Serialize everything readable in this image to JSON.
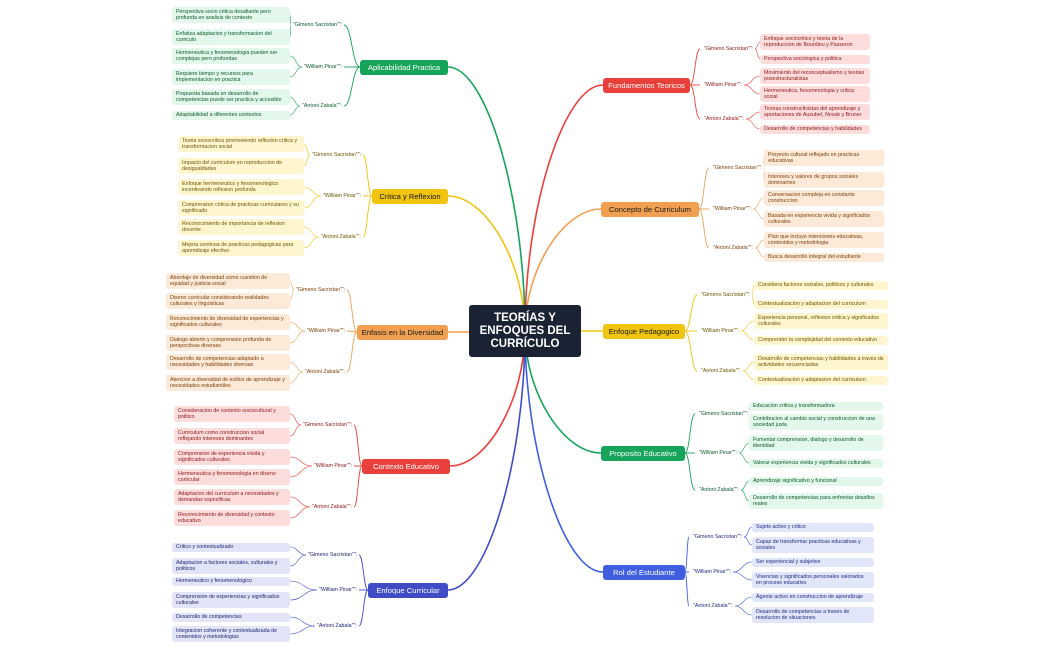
{
  "central_topic": "TEORÍAS Y\nENFOQUES DEL\nCURRÍCULO",
  "branches": [
    {
      "title": "Aplicabilidad Practica",
      "color": "#16a35a",
      "light": "#e3f7ea",
      "dark": "#0c5a2c",
      "authors": [
        {
          "name": "\"Gimeno Sacristan\"\":",
          "items": [
            "Perspectiva socio critica desafiante pero profunda en analisis de contexto",
            "Enfatiza adaptacion y transformacion del curriculo"
          ]
        },
        {
          "name": "\"William Pinar\"\":",
          "items": [
            "Hermeneutica y fenomenologia pueden ser complejas pero profundas",
            "Requiere tiempo y recursos para implementacion en practica"
          ]
        },
        {
          "name": "\"Antoni Zabala\"\":",
          "items": [
            "Propuesta basada en desarrollo de competencias puede ser practica y accesible",
            "Adaptabilidad a diferentes contextos"
          ]
        }
      ]
    },
    {
      "title": "Critica y Reflexion",
      "color": "#f1c40f",
      "light": "#fff5cf",
      "dark": "#6b5600",
      "authors": [
        {
          "name": "\"Gimeno Sacristan\"\":",
          "items": [
            "Teoria sociocritica promoviendo reflexion critica y transformacion social",
            "Impacto del curriculum en reproduccion de desigualdades"
          ]
        },
        {
          "name": "\"William Pinar\"\":",
          "items": [
            "Enfoque hermeneutico y fenomenologico incentivando reflexion profunda",
            "Comprension critica de practicas curriculares y su significado"
          ]
        },
        {
          "name": "\"Antoni Zabala\"\":",
          "items": [
            "Reconocimiento de importancia de reflexion docente",
            "Mejora continua de practicas pedagogicas para aprendizaje efectivo"
          ]
        }
      ]
    },
    {
      "title": "Enfasis en la Diversidad",
      "color": "#f0a050",
      "light": "#fde9d7",
      "dark": "#7a3f08",
      "authors": [
        {
          "name": "\"Gimeno Sacristan\"\":",
          "items": [
            "Abordaje de diversidad como cuestion de equidad y justicia social",
            "Diseno curricular considerando realidades culturales y linguisticas"
          ]
        },
        {
          "name": "\"William Pinar\"\":",
          "items": [
            "Reconocimiento de diversidad de experiencias y significados culturales",
            "Dialogo abierto y comprension profunda de perspectivas diversas"
          ]
        },
        {
          "name": "\"Antoni Zabala\"\":",
          "items": [
            "Desarrollo de competencias adaptado a necesidades y habilidades diversas",
            "Atencion a diversidad de estilos de aprendizaje y necesidades estudiantiles"
          ]
        }
      ]
    },
    {
      "title": "Contexto Educativo",
      "color": "#e8413c",
      "light": "#fddcdc",
      "dark": "#8a1714",
      "authors": [
        {
          "name": "\"Gimeno Sacristan\"\":",
          "items": [
            "Consideracion de contexto sociocultural y politico",
            "Curriculum como construccion social reflejando intereses dominantes"
          ]
        },
        {
          "name": "\"William Pinar\"\":",
          "items": [
            "Comprension de experiencia vivida y significados culturales",
            "Hermeneutica y fenomenologia en diseno curricular"
          ]
        },
        {
          "name": "\"Antoni Zabala\"\":",
          "items": [
            "Adaptacion del curriculum a necesidades y demandas especificas",
            "Reconocimiento de diversidad y contexto educativo"
          ]
        }
      ]
    },
    {
      "title": "Enfoque Curricular",
      "color": "#3f4cc5",
      "light": "#e2e4f8",
      "dark": "#1d2570",
      "authors": [
        {
          "name": "\"Gimeno Sacristan\"\":",
          "items": [
            "Critico y contextualizado",
            "Adaptacion a factores sociales, culturales y politicos"
          ]
        },
        {
          "name": "\"William Pinar\"\":",
          "items": [
            "Hermeneutico y fenomenologico",
            "Comprension de experiencias y significados culturales"
          ]
        },
        {
          "name": "\"Antoni Zabala\"\":",
          "items": [
            "Desarrollo de competencias",
            "Integracion coherente y contextualizada de contenidos y metodologias"
          ]
        }
      ]
    },
    {
      "title": "Fundamentos Teoricos",
      "color": "#e8413c",
      "light": "#fddcdc",
      "dark": "#8a1714",
      "authors": [
        {
          "name": "\"Gimeno Sacristan\"\":",
          "items": [
            "Enfoque sociocritico y teoria de la reproduccion de Bourdieu y Passeron",
            "Perspectiva sociologica y politica"
          ]
        },
        {
          "name": "\"William Pinar\"\":",
          "items": [
            "Movimiento del reconceptualismo y teorias posestructuralistas",
            "Hermeneutica, fenomenologia y critica social"
          ]
        },
        {
          "name": "\"Antoni Zabala\"\":",
          "items": [
            "Teorias constructivistas del aprendizaje y aportaciones de Ausubel, Novak y Bruner",
            "Desarrollo de competencias y habilidades"
          ]
        }
      ]
    },
    {
      "title": "Concepto de Curriculum",
      "color": "#f0a050",
      "light": "#fde9d7",
      "dark": "#7a3f08",
      "authors": [
        {
          "name": "\"Gimeno Sacristan\"\":",
          "items": [
            "Proyecto cultural reflejado en practicas educativas",
            "Intereses y valores de grupos sociales dominantes"
          ]
        },
        {
          "name": "\"William Pinar\"\":",
          "items": [
            "Conversacion compleja en constante construccion",
            "Basada en experiencia vivida y significados culturales"
          ]
        },
        {
          "name": "\"Antoni Zabala\"\":",
          "items": [
            "Plan que incluye intenciones educativas, contenidos y metodologia",
            "Busca desarrollo integral del estudiante"
          ]
        }
      ]
    },
    {
      "title": "Enfoque Pedagogico",
      "color": "#f1c40f",
      "light": "#fff5cf",
      "dark": "#6b5600",
      "authors": [
        {
          "name": "\"Gimeno Sacristan\"\":",
          "items": [
            "Considera factores sociales, politicos y culturales",
            "Contextualizacion y adaptacion del curriculum"
          ]
        },
        {
          "name": "\"William Pinar\"\":",
          "items": [
            "Experiencia personal, reflexion critica y significados culturales",
            "Comprender la complejidad del contexto educativo"
          ]
        },
        {
          "name": "\"Antoni Zabala\"\":",
          "items": [
            "Desarrollo de competencias y habilidades a traves de actividades secuenciadas",
            "Contextualizacion y adaptacion del curriculum"
          ]
        }
      ]
    },
    {
      "title": "Proposito Educativo",
      "color": "#16a35a",
      "light": "#e3f7ea",
      "dark": "#0c5a2c",
      "authors": [
        {
          "name": "\"Gimeno Sacristan\"\":",
          "items": [
            "Educacion critica y transformadora",
            "Contribucion al cambio social y construccion de una sociedad justa"
          ]
        },
        {
          "name": "\"William Pinar\"\":",
          "items": [
            "Fomentar comprension, dialogo y desarrollo de identidad",
            "Valorar experiencia vivida y significados culturales"
          ]
        },
        {
          "name": "\"Antoni Zabala\"\":",
          "items": [
            "Aprendizaje significativo y funcional",
            "Desarrollo de competencias para enfrentar desafios reales"
          ]
        }
      ]
    },
    {
      "title": "Rol del Estudiante",
      "color": "#3f5fe0",
      "light": "#e2e6fb",
      "dark": "#1d2a80",
      "authors": [
        {
          "name": "\"Gimeno Sacristan\"\":",
          "items": [
            "Sujeto activo y critico",
            "Capaz de transformar practicas educativas y sociales"
          ]
        },
        {
          "name": "\"William Pinar\"\":",
          "items": [
            "Ser experiencial y subjetivo",
            "Vivencias y significados personales valorados en proceso educativo"
          ]
        },
        {
          "name": "\"Antoni Zabala\"\":",
          "items": [
            "Agente activo en construccion de aprendizaje",
            "Desarrollo de competencias a traves de resolucion de situaciones"
          ]
        }
      ]
    }
  ]
}
